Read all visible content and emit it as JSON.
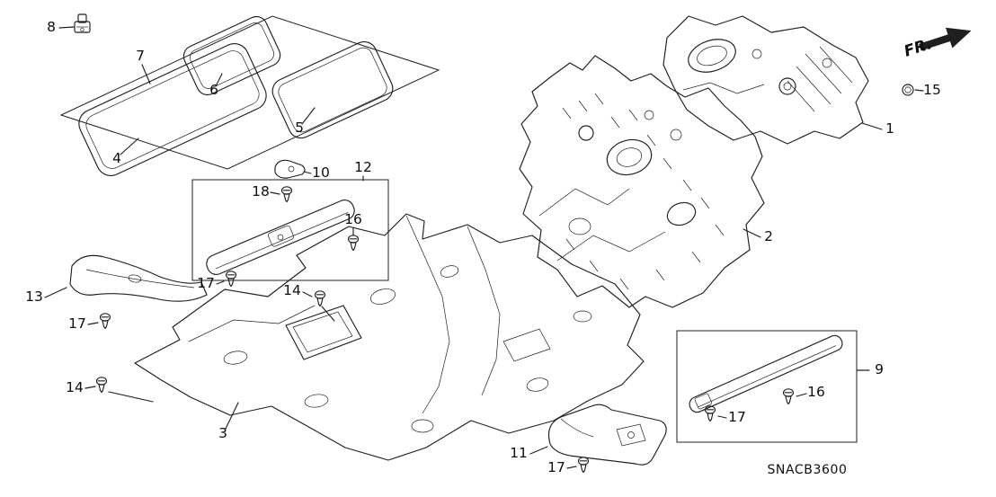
{
  "diagram": {
    "code": "SNACB3600",
    "direction_label": "FR.",
    "callouts": [
      {
        "label": "8"
      },
      {
        "label": "7"
      },
      {
        "label": "6"
      },
      {
        "label": "5"
      },
      {
        "label": "4"
      },
      {
        "label": "10"
      },
      {
        "label": "18"
      },
      {
        "label": "12"
      },
      {
        "label": "16"
      },
      {
        "label": "17"
      },
      {
        "label": "14"
      },
      {
        "label": "13"
      },
      {
        "label": "17"
      },
      {
        "label": "14"
      },
      {
        "label": "3"
      },
      {
        "label": "11"
      },
      {
        "label": "17"
      },
      {
        "label": "9"
      },
      {
        "label": "16"
      },
      {
        "label": "17"
      },
      {
        "label": "2"
      },
      {
        "label": "1"
      },
      {
        "label": "15"
      }
    ]
  }
}
